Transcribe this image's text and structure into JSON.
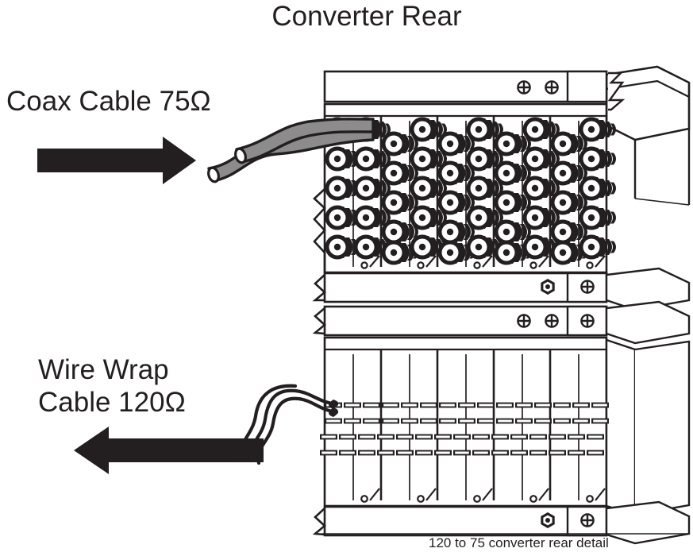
{
  "diagram": {
    "title": "Converter Rear",
    "caption": "120 to 75 converter rear detail",
    "labels": {
      "coax": "Coax Cable 75Ω",
      "wirewrap_line1": "Wire Wrap",
      "wirewrap_line2": "Cable 120Ω"
    },
    "arrows": [
      {
        "name": "coax-arrow",
        "direction": "right"
      },
      {
        "name": "wirewrap-arrow",
        "direction": "left"
      }
    ],
    "colors": {
      "line": "#231f20",
      "cable_fill": "#8c8c8c",
      "background": "#ffffff",
      "text": "#231f20"
    },
    "chassis": [
      {
        "name": "coax-chassis",
        "connector_type": "bnc-coax",
        "modules": 5,
        "columns_per_module": 2,
        "connectors_per_column": 5,
        "top_rail_screws": 2,
        "bottom_rail_nuts": 1,
        "bottom_rail_screws": 1,
        "cables_attached": 2
      },
      {
        "name": "wirewrap-chassis",
        "connector_type": "wire-wrap-pin",
        "modules": 5,
        "slots_per_module": 2,
        "pin_rows": 4,
        "top_rail_screws": 3,
        "bottom_rail_nuts": 1,
        "bottom_rail_screws": 1,
        "cables_attached": 2
      }
    ]
  }
}
